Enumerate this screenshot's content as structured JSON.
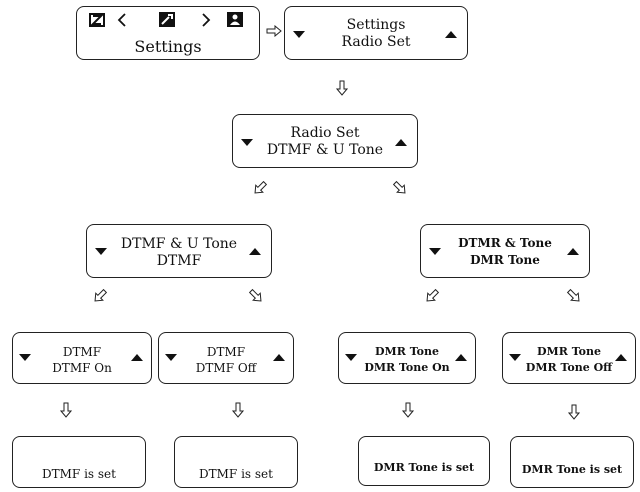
{
  "top_menu": {
    "label": "Settings",
    "icons": [
      "memo-icon",
      "chevron-left-icon",
      "wrench-icon",
      "chevron-right-icon",
      "contact-icon"
    ]
  },
  "boxes": {
    "settings_radio_set": {
      "line1": "Settings",
      "line2": "Radio Set"
    },
    "radio_set_dtmf": {
      "line1": "Radio Set",
      "line2": "DTMF & U Tone"
    },
    "dtmf_u_tone": {
      "line1": "DTMF & U Tone",
      "line2": "DTMF"
    },
    "dtmr_tone": {
      "line1": "DTMR & Tone",
      "line2": "DMR Tone"
    },
    "dtmf_on": {
      "line1": "DTMF",
      "line2": "DTMF On"
    },
    "dtmf_off": {
      "line1": "DTMF",
      "line2": "DTMF Off"
    },
    "dmr_tone_on": {
      "line1": "DMR Tone",
      "line2": "DMR Tone On"
    },
    "dmr_tone_off": {
      "line1": "DMR Tone",
      "line2": "DMR Tone Off"
    },
    "dtmf_set_1": {
      "line1": "DTMF is set"
    },
    "dtmf_set_2": {
      "line1": "DTMF is set"
    },
    "dmr_set_1": {
      "line1": "DMR Tone is set"
    },
    "dmr_set_2": {
      "line1": "DMR Tone is set"
    }
  }
}
